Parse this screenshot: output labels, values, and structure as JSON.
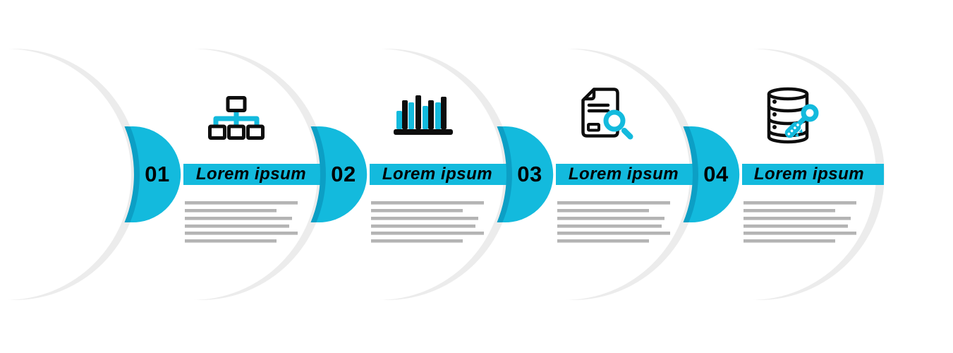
{
  "infographic": {
    "type": "process-timeline",
    "background": "#ffffff",
    "colors": {
      "accent": "#13badd",
      "accent_dark": "#0c9fc5",
      "arc_gray": "#ececec",
      "placeholder_gray": "#b4b4b4",
      "ink": "#000000"
    },
    "steps": [
      {
        "number": "01",
        "title": "Lorem ipsum",
        "icon": "sitemap-hierarchy-icon"
      },
      {
        "number": "02",
        "title": "Lorem ipsum",
        "icon": "bar-chart-icon"
      },
      {
        "number": "03",
        "title": "Lorem ipsum",
        "icon": "document-search-icon"
      },
      {
        "number": "04",
        "title": "Lorem ipsum",
        "icon": "database-key-icon"
      }
    ]
  }
}
